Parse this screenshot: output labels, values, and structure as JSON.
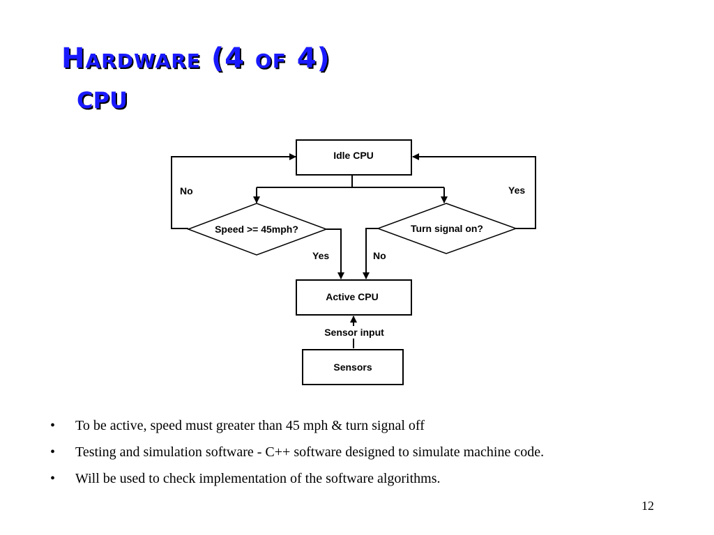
{
  "slide": {
    "title": "Hardware  (4 of 4)",
    "subtitle": "CPU",
    "page_number": "12"
  },
  "diagram": {
    "nodes": {
      "idle_cpu": "Idle CPU",
      "speed_check": "Speed >= 45mph?",
      "turn_signal_check": "Turn signal on?",
      "active_cpu": "Active CPU",
      "sensors": "Sensors"
    },
    "edges": {
      "speed_no": "No",
      "speed_yes": "Yes",
      "turn_yes": "Yes",
      "turn_no": "No",
      "sensor_input": "Sensor input"
    }
  },
  "bullets": [
    "To be active, speed must greater than 45 mph & turn signal off",
    "Testing and simulation software - C++ software designed to simulate machine code.",
    "Will be used to check implementation of the software algorithms."
  ],
  "bullet_glyph": "•"
}
